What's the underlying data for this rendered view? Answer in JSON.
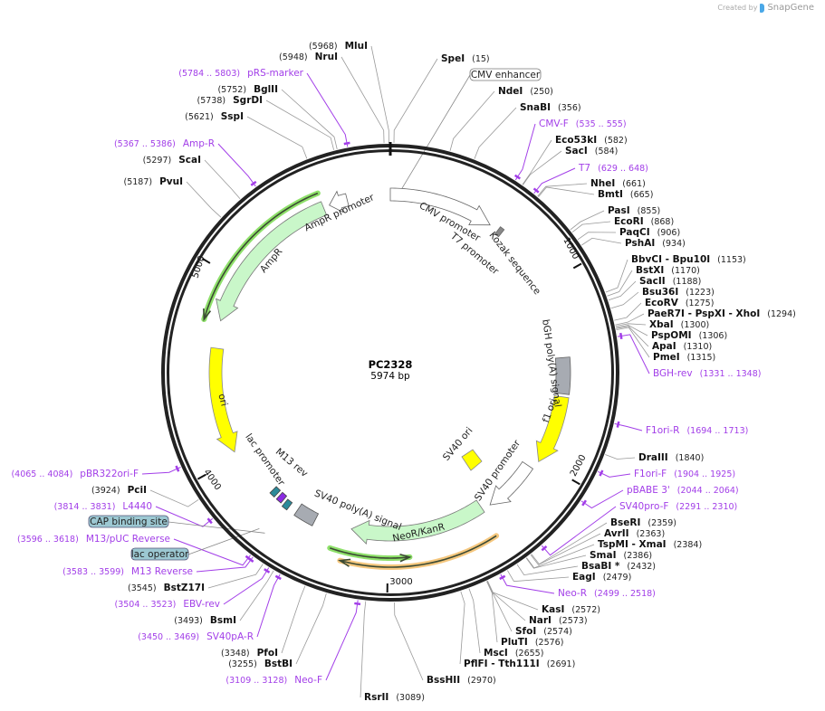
{
  "header": {
    "created_by": "Created by",
    "brand": "SnapGene",
    "logo_icon": "snapgene-logo-icon"
  },
  "map": {
    "name": "PC2328",
    "length_label": "5974 bp",
    "total_bp": 5974,
    "ticks": [
      {
        "bp": 1000,
        "label": "1000"
      },
      {
        "bp": 2000,
        "label": "2000"
      },
      {
        "bp": 3000,
        "label": "3000"
      },
      {
        "bp": 4000,
        "label": "4000"
      },
      {
        "bp": 5000,
        "label": "5000"
      }
    ]
  },
  "colors": {
    "primer": "#a23ee8",
    "backbone": "#222222",
    "resistance": "#c9f7c9",
    "origin": "#ffff00",
    "polyA": "#a7abb2",
    "promoter": "#ffffff",
    "orf_green": "#8ee06a",
    "orf_orange": "#f5c77e",
    "misc_box": "#9cc8d2",
    "lac_box": "#2c8a9a"
  },
  "enzymes": [
    {
      "label": "SpeI",
      "pos": "(15)",
      "bp": 15
    },
    {
      "label": "NdeI",
      "pos": "(250)",
      "bp": 250
    },
    {
      "label": "SnaBI",
      "pos": "(356)",
      "bp": 356
    },
    {
      "label": "Eco53kI",
      "pos": "(582)",
      "bp": 582
    },
    {
      "label": "SacI",
      "pos": "(584)",
      "bp": 584
    },
    {
      "label": "NheI",
      "pos": "(661)",
      "bp": 661
    },
    {
      "label": "BmtI",
      "pos": "(665)",
      "bp": 665
    },
    {
      "label": "PasI",
      "pos": "(855)",
      "bp": 855
    },
    {
      "label": "EcoRI",
      "pos": "(868)",
      "bp": 868
    },
    {
      "label": "PaqCI",
      "pos": "(906)",
      "bp": 906
    },
    {
      "label": "PshAI",
      "pos": "(934)",
      "bp": 934
    },
    {
      "label": "BbvCI  - Bpu10I",
      "pos": "(1153)",
      "bp": 1153
    },
    {
      "label": "BstXI",
      "pos": "(1170)",
      "bp": 1170
    },
    {
      "label": "SacII",
      "pos": "(1188)",
      "bp": 1188
    },
    {
      "label": "Bsu36I",
      "pos": "(1223)",
      "bp": 1223
    },
    {
      "label": "EcoRV",
      "pos": "(1275)",
      "bp": 1275
    },
    {
      "label": "PaeR7I  - PspXI  - XhoI",
      "pos": "(1294)",
      "bp": 1294
    },
    {
      "label": "XbaI",
      "pos": "(1300)",
      "bp": 1300
    },
    {
      "label": "PspOMI",
      "pos": "(1306)",
      "bp": 1306
    },
    {
      "label": "ApaI",
      "pos": "(1310)",
      "bp": 1310
    },
    {
      "label": "PmeI",
      "pos": "(1315)",
      "bp": 1315
    },
    {
      "label": "DraIII",
      "pos": "(1840)",
      "bp": 1840
    },
    {
      "label": "BseRI",
      "pos": "(2359)",
      "bp": 2359
    },
    {
      "label": "AvrII",
      "pos": "(2363)",
      "bp": 2363
    },
    {
      "label": "TspMI  - XmaI",
      "pos": "(2384)",
      "bp": 2384
    },
    {
      "label": "SmaI",
      "pos": "(2386)",
      "bp": 2386
    },
    {
      "label": "BsaBI *",
      "pos": "(2432)",
      "bp": 2432
    },
    {
      "label": "EagI",
      "pos": "(2479)",
      "bp": 2479
    },
    {
      "label": "KasI",
      "pos": "(2572)",
      "bp": 2572
    },
    {
      "label": "NarI",
      "pos": "(2573)",
      "bp": 2573
    },
    {
      "label": "SfoI",
      "pos": "(2574)",
      "bp": 2574
    },
    {
      "label": "PluTI",
      "pos": "(2576)",
      "bp": 2576
    },
    {
      "label": "MscI",
      "pos": "(2655)",
      "bp": 2655
    },
    {
      "label": "PflFI  - Tth111I",
      "pos": "(2691)",
      "bp": 2691
    },
    {
      "label": "BssHII",
      "pos": "(2970)",
      "bp": 2970
    },
    {
      "label": "RsrII",
      "pos": "(3089)",
      "bp": 3089
    },
    {
      "label": "BstBI",
      "pos": "(3255)",
      "bp": 3255
    },
    {
      "label": "PfoI",
      "pos": "(3348)",
      "bp": 3348
    },
    {
      "label": "BsmI",
      "pos": "(3493)",
      "bp": 3493
    },
    {
      "label": "BstZ17I",
      "pos": "(3545)",
      "bp": 3545
    },
    {
      "label": "PciI",
      "pos": "(3924)",
      "bp": 3924
    },
    {
      "label": "PvuI",
      "pos": "(5187)",
      "bp": 5187
    },
    {
      "label": "ScaI",
      "pos": "(5297)",
      "bp": 5297
    },
    {
      "label": "SspI",
      "pos": "(5621)",
      "bp": 5621
    },
    {
      "label": "SgrDI",
      "pos": "(5738)",
      "bp": 5738
    },
    {
      "label": "BglII",
      "pos": "(5752)",
      "bp": 5752
    },
    {
      "label": "NruI",
      "pos": "(5948)",
      "bp": 5948
    },
    {
      "label": "MluI",
      "pos": "(5968)",
      "bp": 5968
    }
  ],
  "primers": [
    {
      "label": "CMV-F",
      "range": "(535 .. 555)",
      "start": 535,
      "end": 555
    },
    {
      "label": "T7",
      "range": "(629 .. 648)",
      "start": 629,
      "end": 648
    },
    {
      "label": "BGH-rev",
      "range": "(1331 .. 1348)",
      "start": 1331,
      "end": 1348
    },
    {
      "label": "F1ori-R",
      "range": "(1694 .. 1713)",
      "start": 1694,
      "end": 1713
    },
    {
      "label": "F1ori-F",
      "range": "(1904 .. 1925)",
      "start": 1904,
      "end": 1925
    },
    {
      "label": "pBABE 3'",
      "range": "(2044 .. 2064)",
      "start": 2044,
      "end": 2064
    },
    {
      "label": "SV40pro-F",
      "range": "(2291 .. 2310)",
      "start": 2291,
      "end": 2310
    },
    {
      "label": "Neo-R",
      "range": "(2499 .. 2518)",
      "start": 2499,
      "end": 2518
    },
    {
      "label": "Neo-F",
      "range": "(3109 .. 3128)",
      "start": 3109,
      "end": 3128
    },
    {
      "label": "SV40pA-R",
      "range": "(3450 .. 3469)",
      "start": 3450,
      "end": 3469
    },
    {
      "label": "EBV-rev",
      "range": "(3504 .. 3523)",
      "start": 3504,
      "end": 3523
    },
    {
      "label": "M13 Reverse",
      "range": "(3583 .. 3599)",
      "start": 3583,
      "end": 3599
    },
    {
      "label": "M13/pUC Reverse",
      "range": "(3596 .. 3618)",
      "start": 3596,
      "end": 3618
    },
    {
      "label": "L4440",
      "range": "(3814 .. 3831)",
      "start": 3814,
      "end": 3831
    },
    {
      "label": "pBR322ori-F",
      "range": "(4065 .. 4084)",
      "start": 4065,
      "end": 4084
    },
    {
      "label": "Amp-R",
      "range": "(5367 .. 5386)",
      "start": 5367,
      "end": 5386
    },
    {
      "label": "pRS-marker",
      "range": "(5784 .. 5803)",
      "start": 5784,
      "end": 5803
    }
  ],
  "boxed_features": [
    {
      "label": "CMV enhancer"
    },
    {
      "label": "CAP binding site"
    },
    {
      "label": "lac operator"
    }
  ],
  "features": [
    {
      "label": "CMV promoter"
    },
    {
      "label": "T7 promoter"
    },
    {
      "label": "Kozak sequence"
    },
    {
      "label": "bGH poly(A) signal"
    },
    {
      "label": "f1 ori"
    },
    {
      "label": "SV40 ori"
    },
    {
      "label": "SV40 promoter"
    },
    {
      "label": "NeoR/KanR"
    },
    {
      "label": "SV40 poly(A) signal"
    },
    {
      "label": "M13 rev"
    },
    {
      "label": "lac promoter"
    },
    {
      "label": "ori"
    },
    {
      "label": "AmpR"
    },
    {
      "label": "AmpR promoter"
    }
  ]
}
